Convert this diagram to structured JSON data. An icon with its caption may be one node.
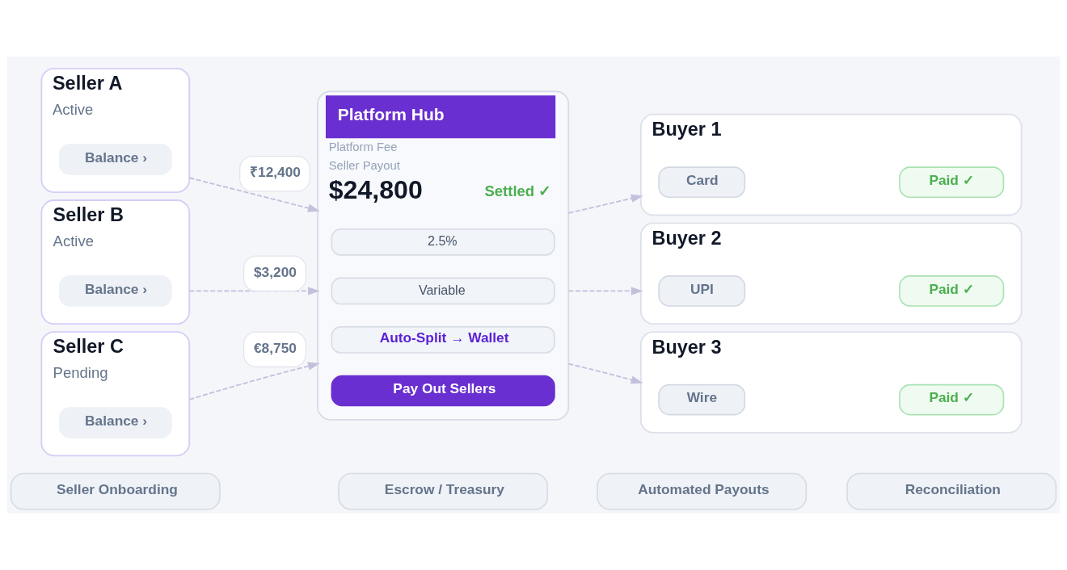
{
  "diagram": {
    "nodes": [
      {
        "text": [
          "Seller A",
          "Active"
        ]
      },
      {
        "text": [
          "Balance ›"
        ],
        "in": 0
      },
      {
        "text": [
          "Seller B",
          "Active"
        ]
      },
      {
        "text": [
          "Balance ›"
        ],
        "in": 2
      },
      {
        "text": [
          "Seller C",
          "Pending"
        ]
      },
      {
        "text": [
          "Balance ›"
        ],
        "in": 4
      },
      {
        "text": [
          "Platform Hub",
          "Platform Fee",
          "Seller Payout",
          "$24,800",
          "Settled ✓"
        ]
      },
      {
        "text": [
          "2.5%"
        ],
        "in": 6
      },
      {
        "text": [
          "Variable"
        ],
        "in": 6
      },
      {
        "text": [
          "Auto-Split → Wallet"
        ],
        "in": 6
      },
      {
        "text": [
          "Pay Out Sellers"
        ],
        "in": 6
      },
      {
        "text": [
          "Buyer 1"
        ]
      },
      {
        "text": [
          "Card"
        ],
        "in": 11
      },
      {
        "text": [
          "Paid ✓"
        ],
        "in": 11
      },
      {
        "text": [
          "Buyer 2"
        ]
      },
      {
        "text": [
          "UPI"
        ],
        "in": 14
      },
      {
        "text": [
          "Paid ✓"
        ],
        "in": 14
      },
      {
        "text": [
          "Buyer 3"
        ]
      },
      {
        "text": [
          "Wire"
        ],
        "in": 17
      },
      {
        "text": [
          "Paid ✓"
        ],
        "in": 17
      },
      {
        "text": [
          "Seller Onboarding"
        ]
      },
      {
        "text": [
          "Escrow / Treasury"
        ]
      },
      {
        "text": [
          "Automated Payouts"
        ]
      },
      {
        "text": [
          "Reconciliation"
        ]
      }
    ],
    "edges": [
      {
        "from": 0,
        "to": 6,
        "arrow": "to",
        "label": "₹12,400",
        "style": "dashed"
      },
      {
        "from": 2,
        "to": 6,
        "arrow": "to",
        "label": "$3,200",
        "style": "dashed"
      },
      {
        "from": 4,
        "to": 6,
        "arrow": "to",
        "label": "€8,750",
        "style": "dashed"
      },
      {
        "from": 6,
        "to": 11,
        "arrow": "to",
        "style": "dashed"
      },
      {
        "from": 6,
        "to": 14,
        "arrow": "to",
        "style": "dashed"
      },
      {
        "from": 6,
        "to": 17,
        "arrow": "to",
        "style": "dashed"
      }
    ]
  }
}
